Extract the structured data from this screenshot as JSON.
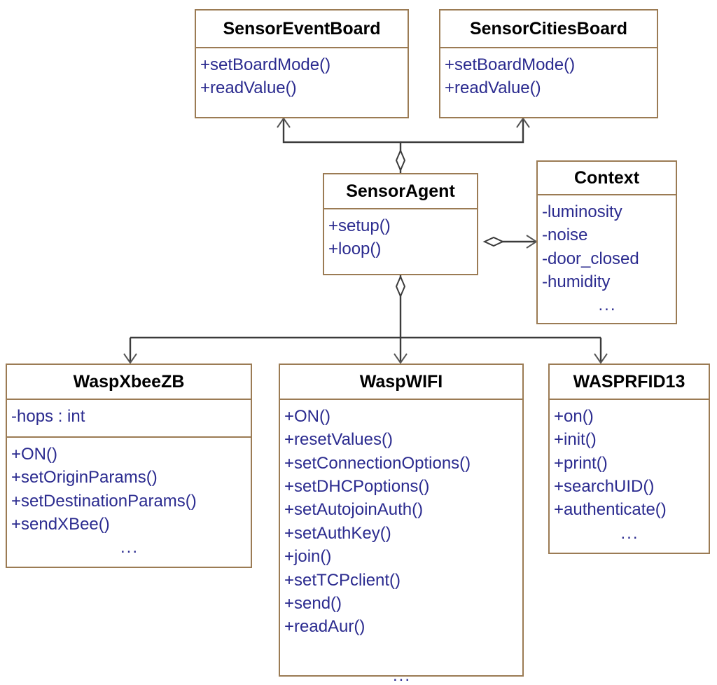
{
  "diagram": {
    "type": "uml-class-diagram",
    "colors": {
      "box_border": "#9b7b54",
      "title_text": "#000000",
      "member_text": "#2b2b8f",
      "connector": "#3b3b3b",
      "background": "#ffffff"
    },
    "ellipsis": "...",
    "classes": [
      {
        "id": "sensor-event-board",
        "name": "SensorEventBoard",
        "attributes": [],
        "operations": [
          "+setBoardMode()",
          "+readValue()"
        ],
        "has_ellipsis": false
      },
      {
        "id": "sensor-cities-board",
        "name": "SensorCitiesBoard",
        "attributes": [],
        "operations": [
          "+setBoardMode()",
          "+readValue()"
        ],
        "has_ellipsis": false
      },
      {
        "id": "sensor-agent",
        "name": "SensorAgent",
        "attributes": [],
        "operations": [
          "+setup()",
          "+loop()"
        ],
        "has_ellipsis": false
      },
      {
        "id": "context",
        "name": "Context",
        "attributes": [
          "-luminosity",
          "-noise",
          "-door_closed",
          "-humidity"
        ],
        "operations": [],
        "has_ellipsis": true
      },
      {
        "id": "wasp-xbee-zb",
        "name": "WaspXbeeZB",
        "attributes": [
          "-hops : int"
        ],
        "operations": [
          "+ON()",
          "+setOriginParams()",
          "+setDestinationParams()",
          "+sendXBee()"
        ],
        "has_ellipsis": true
      },
      {
        "id": "wasp-wifi",
        "name": "WaspWIFI",
        "attributes": [],
        "operations": [
          "+ON()",
          "+resetValues()",
          "+setConnectionOptions()",
          "+setDHCPoptions()",
          "+setAutojoinAuth()",
          "+setAuthKey()",
          "+join()",
          "+setTCPclient()",
          "+send()",
          "+readAur()"
        ],
        "has_ellipsis": true
      },
      {
        "id": "wasp-rfid13",
        "name": "WASPRFID13",
        "attributes": [],
        "operations": [
          "+on()",
          "+init()",
          "+print()",
          "+searchUID()",
          "+authenticate()"
        ],
        "has_ellipsis": true
      }
    ],
    "relationships": [
      {
        "id": "agent-to-boards",
        "kind": "aggregation",
        "source": "sensor-agent",
        "targets": [
          "sensor-event-board",
          "sensor-cities-board"
        ],
        "source_marker": "hollow-diamond",
        "target_marker": "open-arrow"
      },
      {
        "id": "agent-to-context",
        "kind": "aggregation",
        "source": "sensor-agent",
        "targets": [
          "context"
        ],
        "source_marker": "hollow-diamond",
        "target_marker": "open-arrow"
      },
      {
        "id": "agent-to-radios",
        "kind": "aggregation",
        "source": "sensor-agent",
        "targets": [
          "wasp-xbee-zb",
          "wasp-wifi",
          "wasp-rfid13"
        ],
        "source_marker": "hollow-diamond",
        "target_marker": "open-arrow"
      }
    ]
  }
}
